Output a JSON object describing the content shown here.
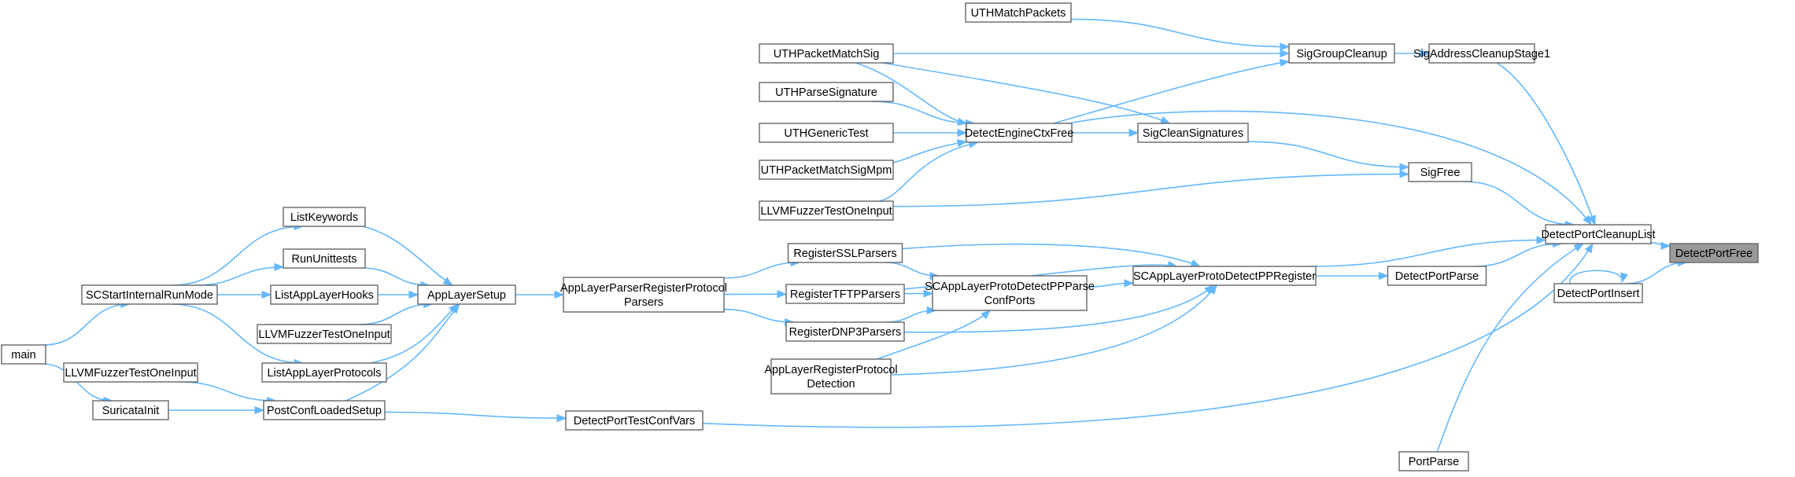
{
  "graph": {
    "nodes": [
      {
        "id": "DetectPortFree",
        "label": "DetectPortFree",
        "focus": true
      },
      {
        "id": "DetectPortCleanupList",
        "label": "DetectPortCleanupList"
      },
      {
        "id": "DetectPortInsert",
        "label": "DetectPortInsert"
      },
      {
        "id": "SigAddressCleanupStage1",
        "label": "SigAddressCleanupStage1"
      },
      {
        "id": "SigGroupCleanup",
        "label": "SigGroupCleanup"
      },
      {
        "id": "UTHMatchPackets",
        "label": "UTHMatchPackets"
      },
      {
        "id": "UTHPacketMatchSig",
        "label": "UTHPacketMatchSig"
      },
      {
        "id": "DetectEngineCtxFree",
        "label": "DetectEngineCtxFree"
      },
      {
        "id": "UTHParseSignature",
        "label": "UTHParseSignature"
      },
      {
        "id": "UTHGenericTest",
        "label": "UTHGenericTest"
      },
      {
        "id": "UTHPacketMatchSigMpm",
        "label": "UTHPacketMatchSigMpm"
      },
      {
        "id": "LLVMFuzzerTestOneInput_a",
        "label": "LLVMFuzzerTestOneInput"
      },
      {
        "id": "SigCleanSignatures",
        "label": "SigCleanSignatures"
      },
      {
        "id": "SigFree",
        "label": "SigFree"
      },
      {
        "id": "DetectPortParse",
        "label": "DetectPortParse"
      },
      {
        "id": "SCAppLayerProtoDetectPPRegister",
        "label": "SCAppLayerProtoDetectPPRegister"
      },
      {
        "id": "SCAppLayerProtoDetectPPParseConfPorts",
        "label": [
          "SCAppLayerProtoDetectPPParse",
          "ConfPorts"
        ]
      },
      {
        "id": "RegisterSSLParsers",
        "label": "RegisterSSLParsers"
      },
      {
        "id": "RegisterTFTPParsers",
        "label": "RegisterTFTPParsers"
      },
      {
        "id": "RegisterDNP3Parsers",
        "label": "RegisterDNP3Parsers"
      },
      {
        "id": "AppLayerRegisterProtocolDetection",
        "label": [
          "AppLayerRegisterProtocol",
          "Detection"
        ]
      },
      {
        "id": "AppLayerParserRegisterProtocolParsers",
        "label": [
          "AppLayerParserRegisterProtocol",
          "Parsers"
        ]
      },
      {
        "id": "AppLayerSetup",
        "label": "AppLayerSetup"
      },
      {
        "id": "ListKeywords",
        "label": "ListKeywords"
      },
      {
        "id": "RunUnittests",
        "label": "RunUnittests"
      },
      {
        "id": "ListAppLayerHooks",
        "label": "ListAppLayerHooks"
      },
      {
        "id": "LLVMFuzzerTestOneInput_b",
        "label": "LLVMFuzzerTestOneInput"
      },
      {
        "id": "ListAppLayerProtocols",
        "label": "ListAppLayerProtocols"
      },
      {
        "id": "PostConfLoadedSetup",
        "label": "PostConfLoadedSetup"
      },
      {
        "id": "SCStartInternalRunMode",
        "label": "SCStartInternalRunMode"
      },
      {
        "id": "SuricataInit",
        "label": "SuricataInit"
      },
      {
        "id": "LLVMFuzzerTestOneInput_c",
        "label": "LLVMFuzzerTestOneInput"
      },
      {
        "id": "main",
        "label": "main"
      },
      {
        "id": "DetectPortTestConfVars",
        "label": "DetectPortTestConfVars"
      },
      {
        "id": "PortParse",
        "label": "PortParse"
      }
    ],
    "edges": [
      [
        "DetectPortCleanupList",
        "DetectPortFree"
      ],
      [
        "DetectPortInsert",
        "DetectPortFree"
      ],
      [
        "DetectPortInsert",
        "DetectPortInsert"
      ],
      [
        "SigAddressCleanupStage1",
        "DetectPortCleanupList"
      ],
      [
        "SigGroupCleanup",
        "SigAddressCleanupStage1"
      ],
      [
        "UTHMatchPackets",
        "SigGroupCleanup"
      ],
      [
        "UTHPacketMatchSig",
        "SigGroupCleanup"
      ],
      [
        "DetectEngineCtxFree",
        "SigGroupCleanup"
      ],
      [
        "DetectEngineCtxFree",
        "DetectPortCleanupList"
      ],
      [
        "DetectEngineCtxFree",
        "SigCleanSignatures"
      ],
      [
        "UTHPacketMatchSig",
        "DetectEngineCtxFree"
      ],
      [
        "UTHPacketMatchSig",
        "SigCleanSignatures"
      ],
      [
        "UTHParseSignature",
        "DetectEngineCtxFree"
      ],
      [
        "UTHGenericTest",
        "DetectEngineCtxFree"
      ],
      [
        "UTHPacketMatchSigMpm",
        "DetectEngineCtxFree"
      ],
      [
        "LLVMFuzzerTestOneInput_a",
        "DetectEngineCtxFree"
      ],
      [
        "LLVMFuzzerTestOneInput_a",
        "SigFree"
      ],
      [
        "SigCleanSignatures",
        "SigFree"
      ],
      [
        "SigFree",
        "DetectPortCleanupList"
      ],
      [
        "DetectPortParse",
        "DetectPortCleanupList"
      ],
      [
        "SCAppLayerProtoDetectPPRegister",
        "DetectPortParse"
      ],
      [
        "SCAppLayerProtoDetectPPRegister",
        "DetectPortCleanupList"
      ],
      [
        "SCAppLayerProtoDetectPPParseConfPorts",
        "SCAppLayerProtoDetectPPRegister"
      ],
      [
        "RegisterSSLParsers",
        "SCAppLayerProtoDetectPPRegister"
      ],
      [
        "RegisterSSLParsers",
        "SCAppLayerProtoDetectPPParseConfPorts"
      ],
      [
        "RegisterTFTPParsers",
        "SCAppLayerProtoDetectPPRegister"
      ],
      [
        "RegisterTFTPParsers",
        "SCAppLayerProtoDetectPPParseConfPorts"
      ],
      [
        "RegisterDNP3Parsers",
        "SCAppLayerProtoDetectPPRegister"
      ],
      [
        "RegisterDNP3Parsers",
        "SCAppLayerProtoDetectPPParseConfPorts"
      ],
      [
        "AppLayerRegisterProtocolDetection",
        "SCAppLayerProtoDetectPPRegister"
      ],
      [
        "AppLayerRegisterProtocolDetection",
        "SCAppLayerProtoDetectPPParseConfPorts"
      ],
      [
        "AppLayerParserRegisterProtocolParsers",
        "RegisterSSLParsers"
      ],
      [
        "AppLayerParserRegisterProtocolParsers",
        "RegisterTFTPParsers"
      ],
      [
        "AppLayerParserRegisterProtocolParsers",
        "RegisterDNP3Parsers"
      ],
      [
        "AppLayerSetup",
        "AppLayerParserRegisterProtocolParsers"
      ],
      [
        "ListKeywords",
        "AppLayerSetup"
      ],
      [
        "RunUnittests",
        "AppLayerSetup"
      ],
      [
        "ListAppLayerHooks",
        "AppLayerSetup"
      ],
      [
        "LLVMFuzzerTestOneInput_b",
        "AppLayerSetup"
      ],
      [
        "ListAppLayerProtocols",
        "AppLayerSetup"
      ],
      [
        "PostConfLoadedSetup",
        "AppLayerSetup"
      ],
      [
        "PostConfLoadedSetup",
        "DetectPortTestConfVars"
      ],
      [
        "SCStartInternalRunMode",
        "ListKeywords"
      ],
      [
        "SCStartInternalRunMode",
        "RunUnittests"
      ],
      [
        "SCStartInternalRunMode",
        "ListAppLayerHooks"
      ],
      [
        "SCStartInternalRunMode",
        "ListAppLayerProtocols"
      ],
      [
        "SuricataInit",
        "PostConfLoadedSetup"
      ],
      [
        "LLVMFuzzerTestOneInput_c",
        "PostConfLoadedSetup"
      ],
      [
        "main",
        "SCStartInternalRunMode"
      ],
      [
        "main",
        "SuricataInit"
      ],
      [
        "DetectPortTestConfVars",
        "DetectPortCleanupList"
      ],
      [
        "PortParse",
        "DetectPortCleanupList"
      ]
    ]
  }
}
